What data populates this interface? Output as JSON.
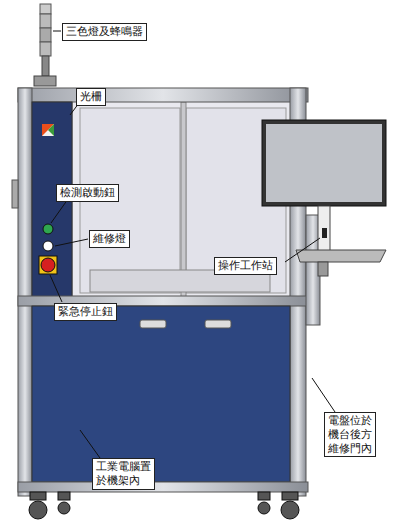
{
  "diagram": {
    "labels": [
      "三色燈及蜂鳴器",
      "光柵",
      "檢測啟動鈕",
      "維修燈",
      "緊急停止鈕",
      "操作工作站",
      "電盤位於 機台後方 維修門內",
      "工業電腦置 於機架內"
    ]
  }
}
